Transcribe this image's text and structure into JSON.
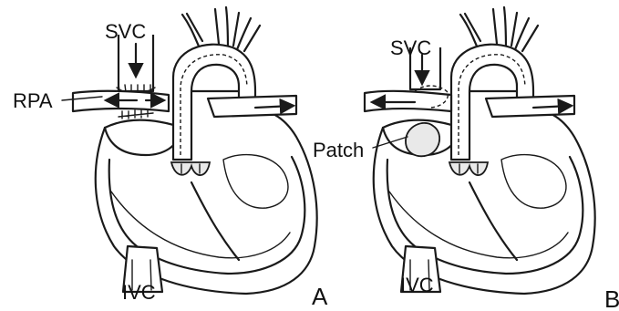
{
  "panels": [
    {
      "letter": "A",
      "labels": {
        "svc": "SVC",
        "rpa": "RPA",
        "ivc": "IVC"
      }
    },
    {
      "letter": "B",
      "labels": {
        "svc": "SVC",
        "patch": "Patch",
        "ivc": "IVC"
      }
    }
  ]
}
